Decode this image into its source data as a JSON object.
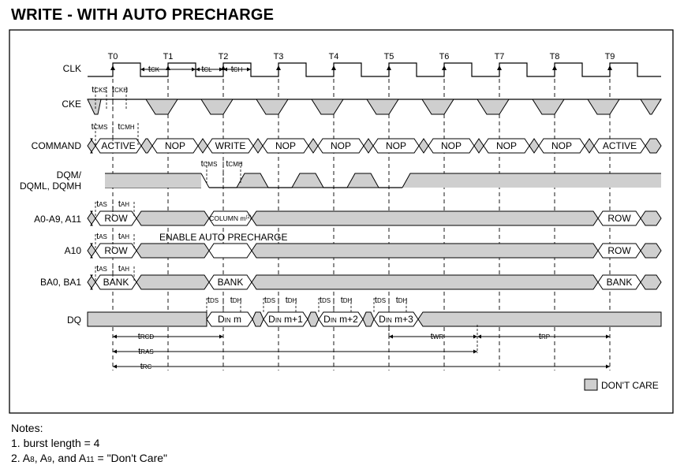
{
  "title": "WRITE - WITH AUTO PRECHARGE",
  "clock_labels": [
    "T0",
    "T1",
    "T2",
    "T3",
    "T4",
    "T5",
    "T6",
    "T7",
    "T8",
    "T9"
  ],
  "signals": {
    "clk": "CLK",
    "cke": "CKE",
    "command": "COMMAND",
    "dqm": [
      "DQM/",
      "DQML, DQMH"
    ],
    "addr": "A0-A9, A11",
    "a10": "A10",
    "ba": "BA0, BA1",
    "dq": "DQ"
  },
  "commands": [
    "ACTIVE",
    "NOP",
    "WRITE",
    "NOP",
    "NOP",
    "NOP",
    "NOP",
    "NOP",
    "NOP",
    "ACTIVE"
  ],
  "addr_values": {
    "row": "ROW",
    "column": "COLUMN m",
    "column_sup": "(2)"
  },
  "a10_values": {
    "row": "ROW",
    "note": "ENABLE AUTO PRECHARGE"
  },
  "ba_values": {
    "bank": "BANK"
  },
  "dq_values": [
    {
      "main": "D",
      "sub": "IN",
      "suffix": " m"
    },
    {
      "main": "D",
      "sub": "IN",
      "suffix": " m+1"
    },
    {
      "main": "D",
      "sub": "IN",
      "suffix": " m+2"
    },
    {
      "main": "D",
      "sub": "IN",
      "suffix": " m+3"
    }
  ],
  "timing": {
    "tck": {
      "t": "t",
      "sub": "CK"
    },
    "tcl": {
      "t": "t",
      "sub": "CL"
    },
    "tch": {
      "t": "t",
      "sub": "CH"
    },
    "tcks": {
      "t": "t",
      "sub": "CKS"
    },
    "tckh": {
      "t": "t",
      "sub": "CKH"
    },
    "tcms": {
      "t": "t",
      "sub": "CMS"
    },
    "tcmh": {
      "t": "t",
      "sub": "CMH"
    },
    "tas": {
      "t": "t",
      "sub": "AS"
    },
    "tah": {
      "t": "t",
      "sub": "AH"
    },
    "tds": {
      "t": "t",
      "sub": "DS"
    },
    "tdh": {
      "t": "t",
      "sub": "DH"
    },
    "trcd": {
      "t": "t",
      "sub": "RCD"
    },
    "tras": {
      "t": "t",
      "sub": "RAS"
    },
    "trc": {
      "t": "t",
      "sub": "RC"
    },
    "twr": {
      "t": "t",
      "sub": "WR"
    },
    "trp": {
      "t": "t",
      "sub": "RP"
    }
  },
  "legend": "DON'T CARE",
  "notes": {
    "heading": "Notes:",
    "items": [
      "1. burst length = 4",
      "2. A8, A9, and A11 = \"Don't Care\""
    ]
  }
}
